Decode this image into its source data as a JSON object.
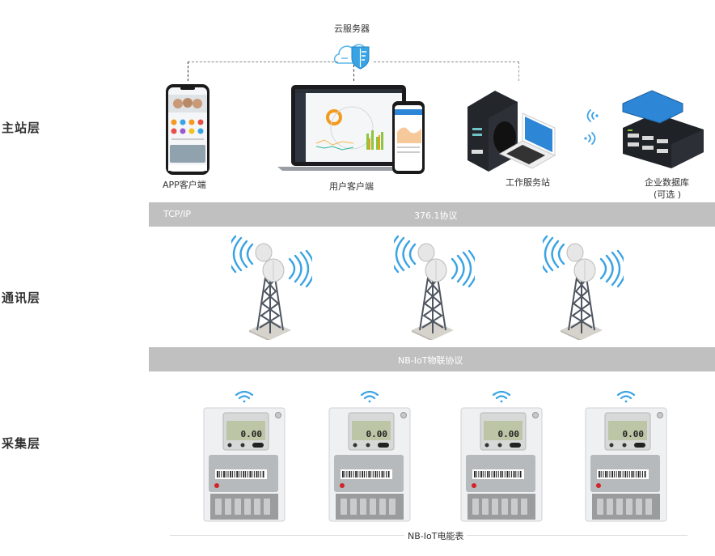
{
  "cloud": {
    "label": "云服务器",
    "icon": "cloud-shield-icon",
    "accent": "#3aa3e3"
  },
  "layers": {
    "master": "主站层",
    "communication": "通讯层",
    "collection": "采集层"
  },
  "master_nodes": [
    {
      "label": "APP客户端",
      "icon": "smartphone-icon"
    },
    {
      "label": "用户客户端",
      "icon": "laptop-phone-icon"
    },
    {
      "label": "工作服务站",
      "icon": "workstation-icon"
    },
    {
      "label": "企业数据库",
      "sublabel": "(可选 )",
      "icon": "database-server-icon"
    }
  ],
  "bands": {
    "top": {
      "left": "TCP/IP",
      "center": "376.1协议"
    },
    "bottom": {
      "center": "NB-IoT物联协议"
    }
  },
  "towers": [
    {
      "icon": "signal-tower-icon"
    },
    {
      "icon": "signal-tower-icon"
    },
    {
      "icon": "signal-tower-icon"
    }
  ],
  "meters": [
    {
      "reading": "0.00",
      "icon": "electric-meter-icon"
    },
    {
      "reading": "0.00",
      "icon": "electric-meter-icon"
    },
    {
      "reading": "0.00",
      "icon": "electric-meter-icon"
    },
    {
      "reading": "0.00",
      "icon": "electric-meter-icon"
    }
  ],
  "footer": {
    "label": "NB-IoT电能表"
  },
  "colors": {
    "band": "#c0c0c0",
    "wireless_blue": "#3aa3e3",
    "dark_device": "#1e2126",
    "db_lid": "#2e86d6"
  }
}
